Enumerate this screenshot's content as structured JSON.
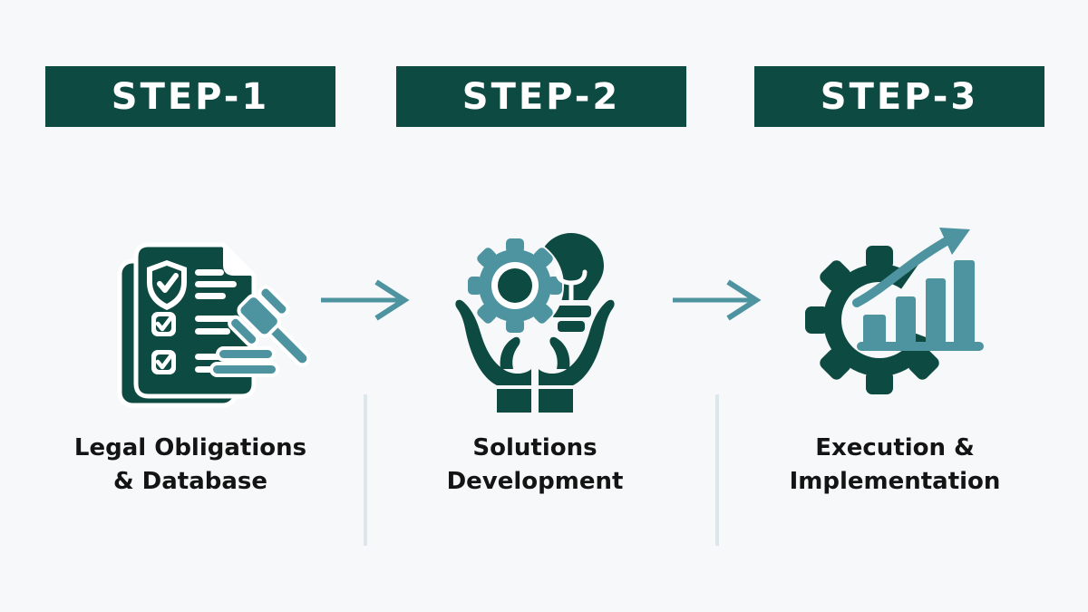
{
  "colors": {
    "background": "#f7f8f9",
    "dark_teal": "#0d4a41",
    "teal": "#4d93a0",
    "divider": "#dce7eb",
    "banner_text": "#ffffff",
    "label_text": "#141414"
  },
  "steps": [
    {
      "banner": "STEP-1",
      "icon": "legal-checklist-gavel-icon",
      "label_line1": "Legal Obligations",
      "label_line2": "& Database"
    },
    {
      "banner": "STEP-2",
      "icon": "hands-gear-lightbulb-icon",
      "label_line1": "Solutions",
      "label_line2": "Development"
    },
    {
      "banner": "STEP-3",
      "icon": "gear-growth-chart-icon",
      "label_line1": "Execution &",
      "label_line2": "Implementation"
    }
  ],
  "connectors": {
    "arrow_icon": "right-arrow-icon",
    "divider_count": 2
  }
}
